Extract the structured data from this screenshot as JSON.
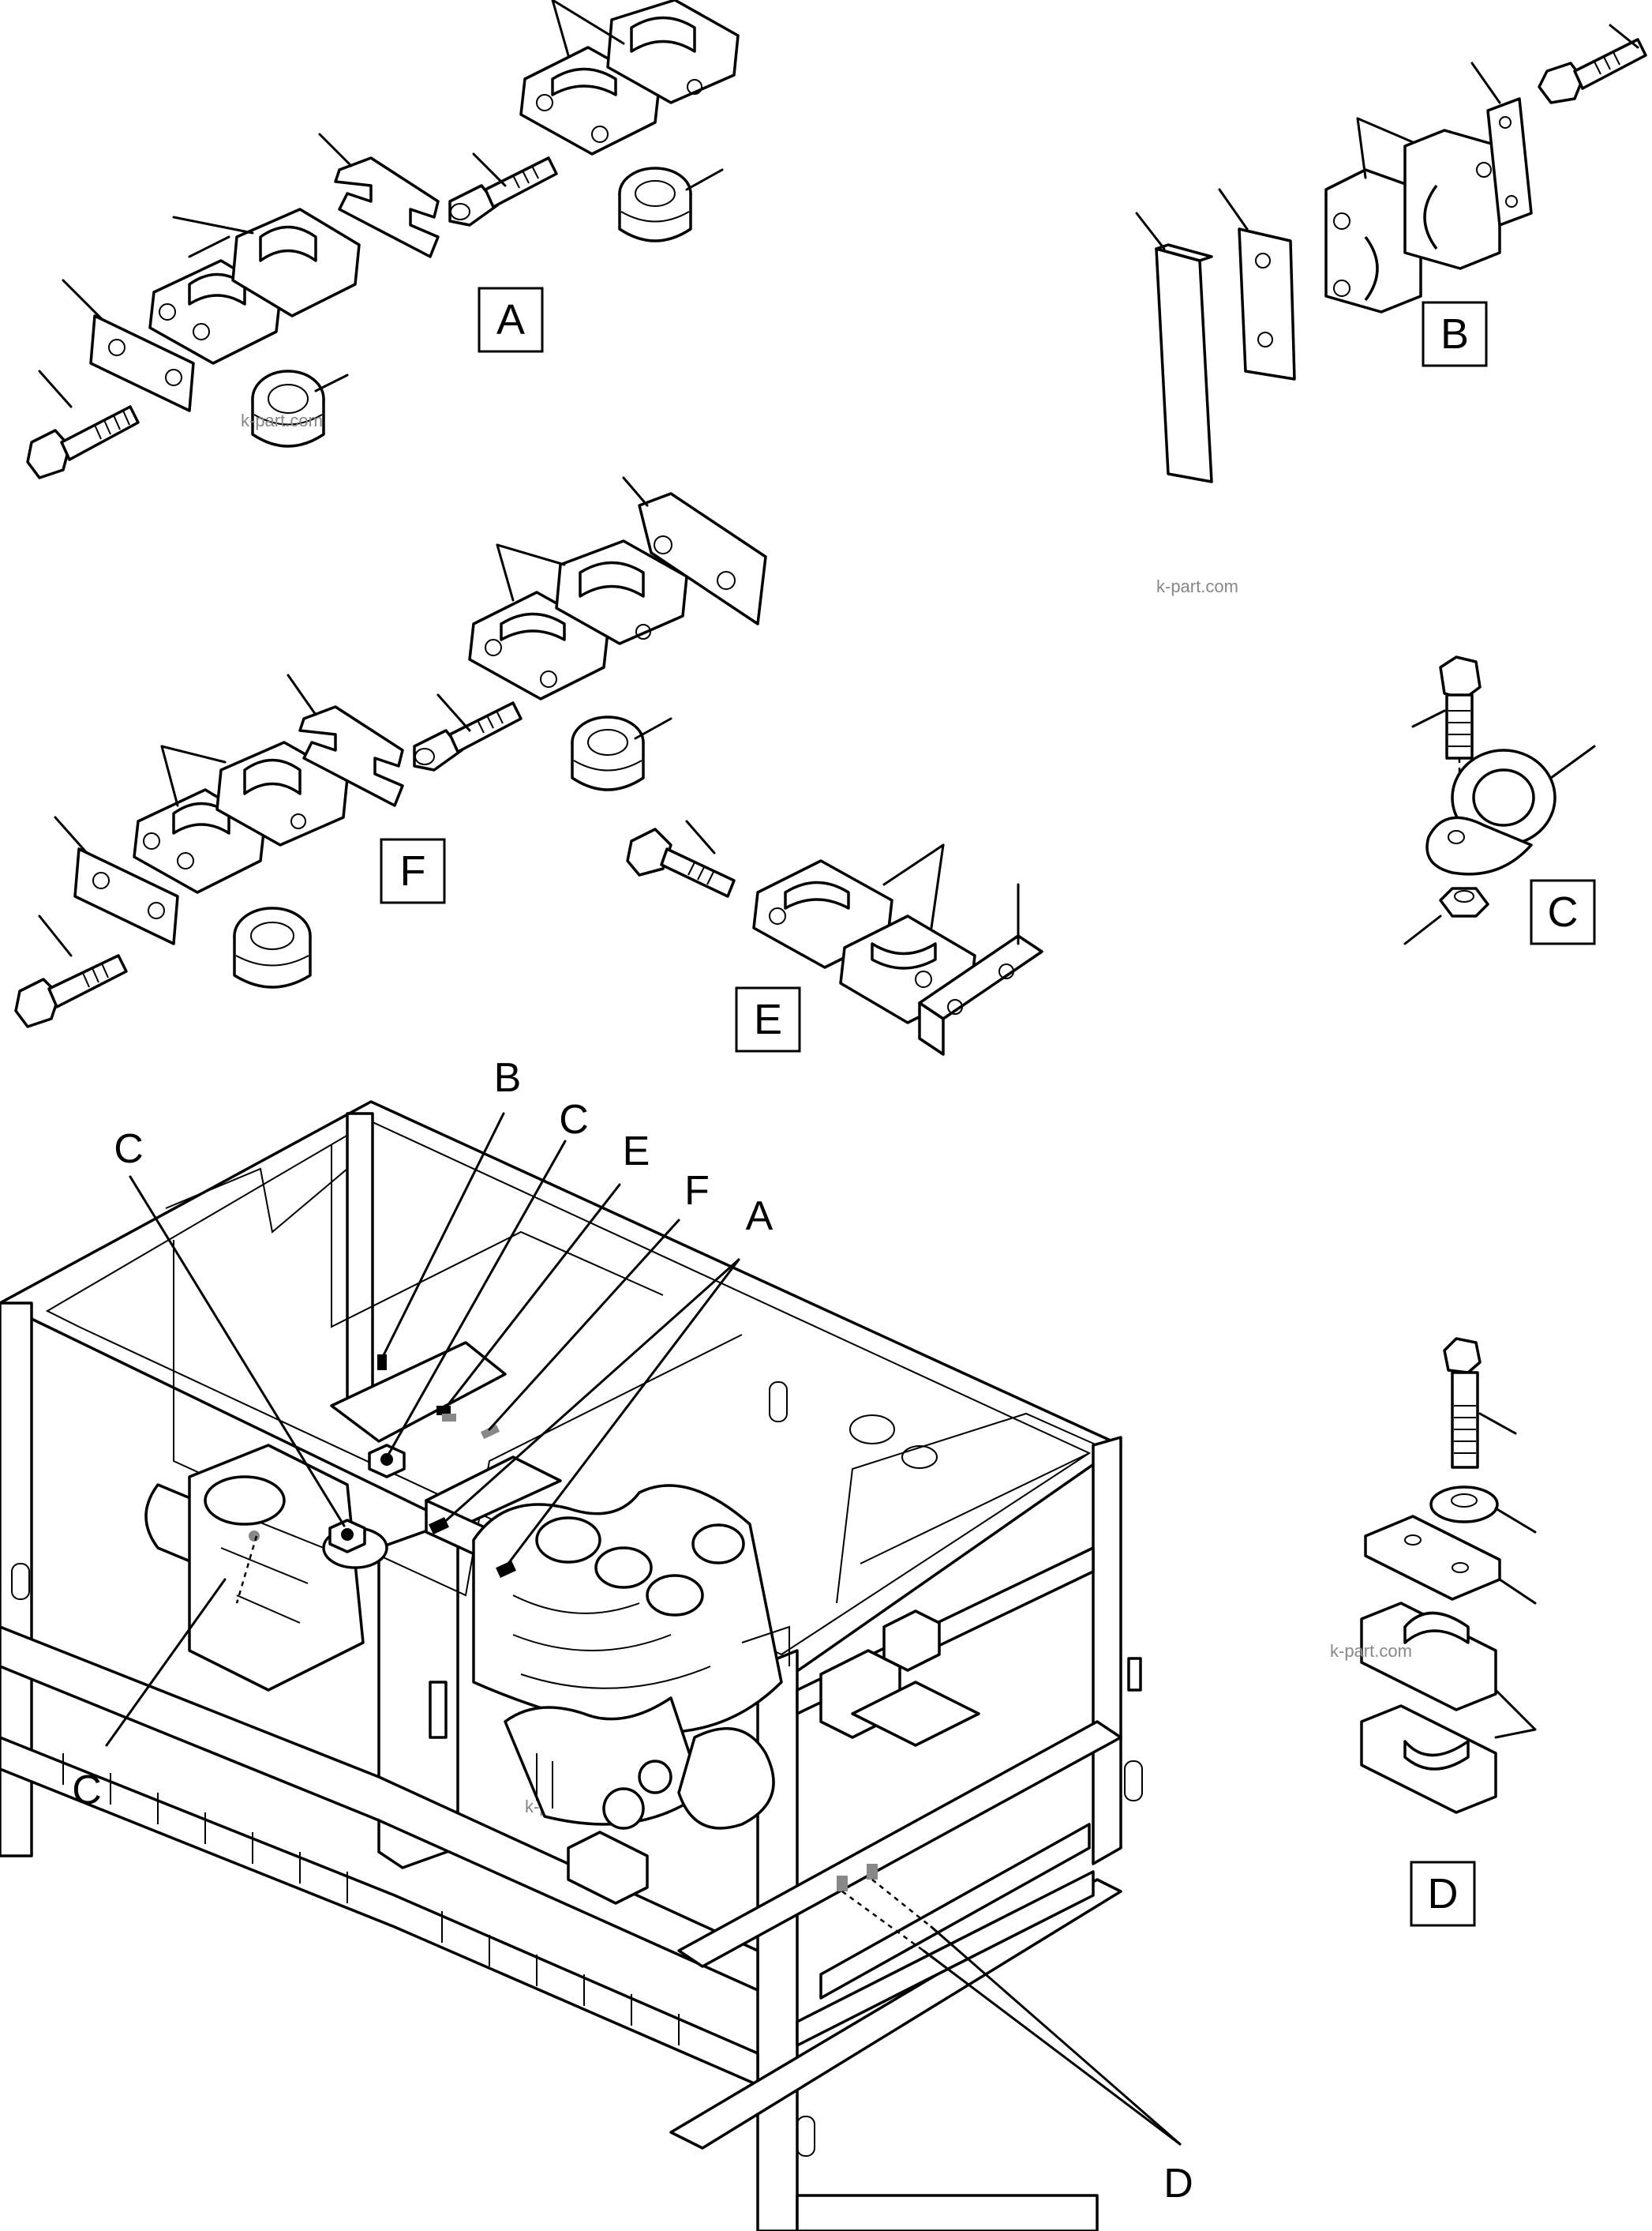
{
  "watermarks": [
    "k-part.com",
    "k-part.com",
    "k-part.com",
    "k-part.com"
  ],
  "detail_labels": {
    "A": "A",
    "B": "B",
    "C": "C",
    "D": "D",
    "E": "E",
    "F": "F"
  },
  "callouts": {
    "B": "B",
    "C_top_left": "C",
    "C_top_mid": "C",
    "E": "E",
    "F": "F",
    "A": "A",
    "C_bottom_left": "C",
    "D": "D"
  }
}
